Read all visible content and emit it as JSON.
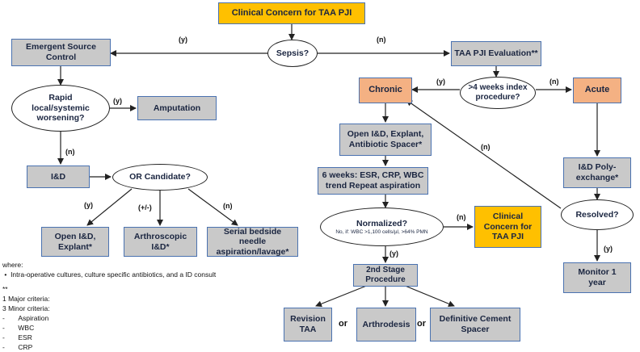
{
  "nodes": {
    "start": "Clinical Concern for TAA PJI",
    "sepsis": "Sepsis?",
    "emergent": "Emergent Source Control",
    "taa_eval": "TAA PJI Evaluation**",
    "rapid": "Rapid local/systemic worsening?",
    "amputation": "Amputation",
    "id": "I&D",
    "or_candidate": "OR Candidate?",
    "open_explant": "Open I&D, Explant*",
    "arthroscopic": "Arthroscopic I&D*",
    "serial": "Serial bedside needle aspiration/lavage*",
    "chronic": "Chronic",
    "four_weeks": ">4 weeks index procedure?",
    "acute": "Acute",
    "spacer": "Open I&D, Explant, Antibiotic Spacer*",
    "six_weeks": "6 weeks: ESR, CRP, WBC trend Repeat aspiration",
    "normalized": "Normalized?",
    "normalized_note": "No, if: WBC >1,100 cells/µl, >64% PMN",
    "concern2": "Clinical Concern for TAA PJI",
    "poly": "I&D Poly-exchange*",
    "resolved": "Resolved?",
    "monitor": "Monitor 1 year",
    "second_stage": "2nd Stage Procedure",
    "revision": "Revision TAA",
    "arthrodesis": "Arthrodesis",
    "cement": "Definitive Cement Spacer"
  },
  "edge_labels": {
    "sepsis_yes": "(y)",
    "sepsis_no": "(n)",
    "rapid_yes": "(y)",
    "rapid_no": "(n)",
    "or_yes": "(y)",
    "or_pm": "(+/-)",
    "or_no": "(n)",
    "weeks_yes": "(y)",
    "weeks_no": "(n)",
    "resolved_no": "(n)",
    "normalized_no": "(n)",
    "normalized_yes": "(y)",
    "resolved_yes": "(y)"
  },
  "or_words": [
    "or",
    "or"
  ],
  "notes": {
    "where": "where:",
    "bullet": "Intra-operative cultures, culture specific antibiotics, and a ID consult",
    "stars": "**",
    "major": "1 Major criteria:",
    "minor": "3 Minor criteria:",
    "criteria": [
      "Aspiration",
      "WBC",
      "ESR",
      "CRP"
    ]
  },
  "colors": {
    "gray_box": "#c9c9c9",
    "orange_box": "#f4b183",
    "yellow_box": "#ffc000",
    "box_border": "#4a72b0",
    "text": "#1a2540"
  }
}
